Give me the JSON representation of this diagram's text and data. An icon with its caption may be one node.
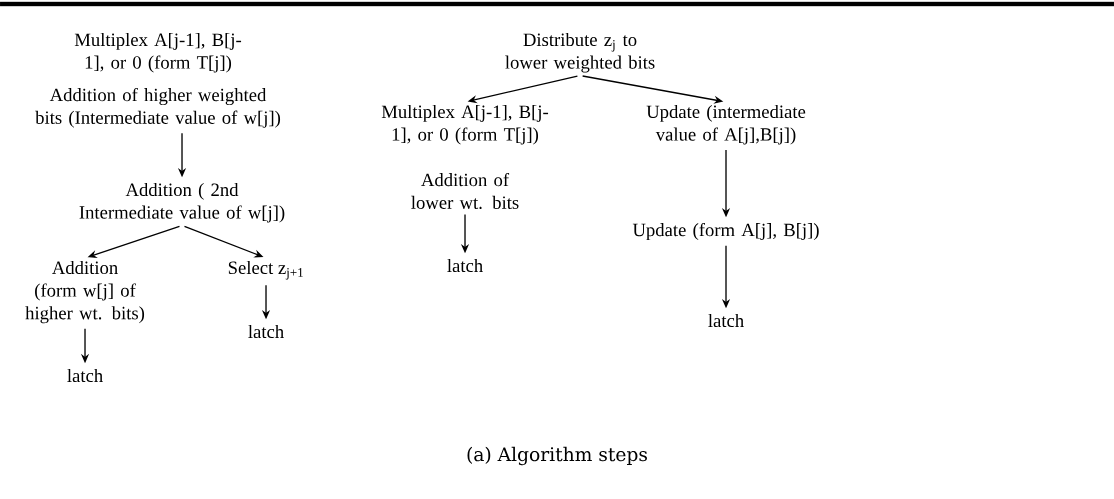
{
  "diagram": {
    "caption": "(a) Algorithm steps",
    "nodes": [
      {
        "text": [
          "Multiplex A[j-1], B[j-1], or 0 (form T[j])"
        ]
      },
      {
        "text": [
          "Addition of higher weighted bits (Intermediate value of w[j])"
        ]
      },
      {
        "text": [
          "Addition ( 2nd Intermediate value of w[j])"
        ]
      },
      {
        "text": [
          "Addition (form w[j] of higher wt. bits)"
        ]
      },
      {
        "text": [
          "Select z$_{j+1}$"
        ]
      },
      {
        "text": [
          "latch"
        ]
      },
      {
        "text": [
          "latch"
        ]
      },
      {
        "text": [
          "Distribute z$_{j}$ to lower weighted bits"
        ]
      },
      {
        "text": [
          "Multiplex A[j-1], B[j-1], or 0 (form T[j])"
        ]
      },
      {
        "text": [
          "Update (intermediate value of A[j],B[j])"
        ]
      },
      {
        "text": [
          "Addition of lower wt. bits"
        ]
      },
      {
        "text": [
          "latch"
        ]
      },
      {
        "text": [
          "Update (form A[j], B[j])"
        ]
      },
      {
        "text": [
          "latch"
        ]
      }
    ],
    "edges": [
      {
        "from": 1,
        "to": 2,
        "arrow": "to"
      },
      {
        "from": 2,
        "to": 3,
        "arrow": "to"
      },
      {
        "from": 2,
        "to": 4,
        "arrow": "to"
      },
      {
        "from": 3,
        "to": 5,
        "arrow": "to"
      },
      {
        "from": 4,
        "to": 6,
        "arrow": "to"
      },
      {
        "from": 7,
        "to": 8,
        "arrow": "to"
      },
      {
        "from": 7,
        "to": 9,
        "arrow": "to"
      },
      {
        "from": 10,
        "to": 11,
        "arrow": "to"
      },
      {
        "from": 9,
        "to": 12,
        "arrow": "to"
      },
      {
        "from": 12,
        "to": 13,
        "arrow": "to"
      }
    ]
  }
}
